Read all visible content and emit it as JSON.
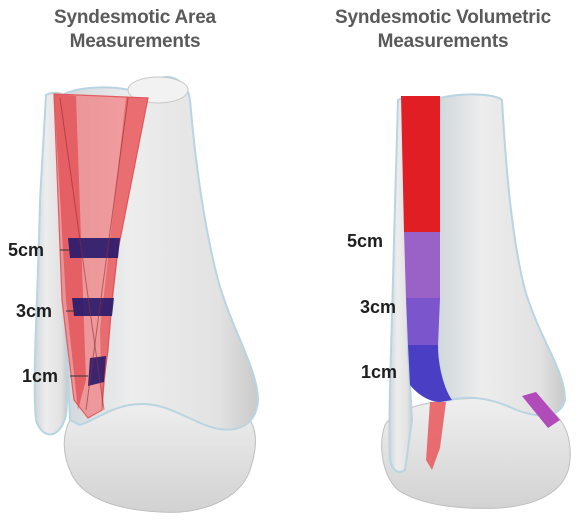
{
  "panels": [
    {
      "title_line1": "Syndesmotic Area",
      "title_line2": "Measurements",
      "levels": [
        "5cm",
        "3cm",
        "1cm"
      ]
    },
    {
      "title_line1": "Syndesmotic Volumetric",
      "title_line2": "Measurements",
      "levels": [
        "5cm",
        "3cm",
        "1cm"
      ]
    }
  ],
  "colors": {
    "bone": "#e4e4e4",
    "bone_edge": "#b9d4e2",
    "syndesmosis_red": "#e11e24",
    "translucent_red": "#f27d80",
    "area_slice": "#2a1b6e",
    "volume_purple": "#9a62c6",
    "volume_blue": "#4a3fc4",
    "volume_magenta": "#b14bb9"
  }
}
